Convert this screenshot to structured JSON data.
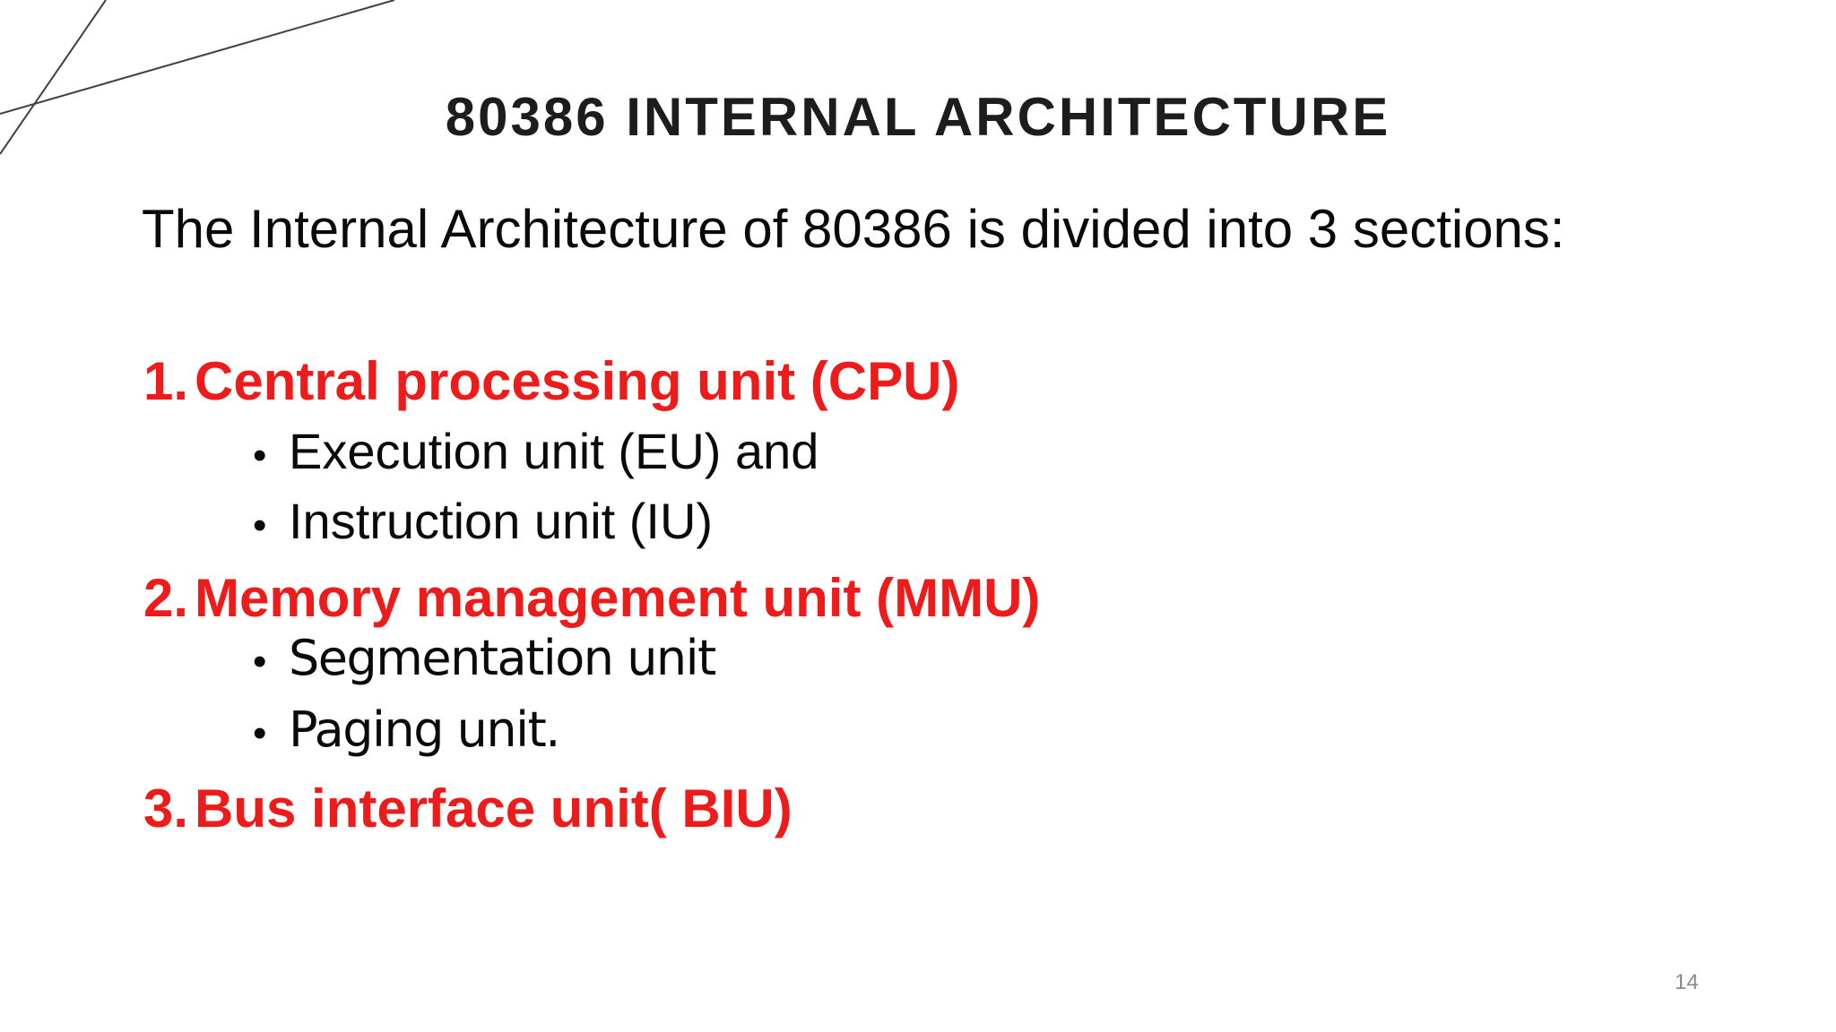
{
  "slide": {
    "title": "80386 INTERNAL ARCHITECTURE",
    "intro": "The Internal Architecture of 80386 is divided into 3 sections:",
    "bullet_glyph": "•",
    "sections": [
      {
        "number": "1.",
        "label": "Central processing unit (CPU)",
        "bullets": [
          "Execution unit (EU) and",
          "Instruction unit (IU)"
        ]
      },
      {
        "number": "2.",
        "label": "Memory management unit (MMU)",
        "bullets": [
          "Segmentation unit",
          "Paging unit."
        ]
      },
      {
        "number": "3.",
        "label": "Bus interface unit( BIU)",
        "bullets": []
      }
    ],
    "page_number": "14"
  },
  "colors": {
    "accent_red": "#ee1b1b",
    "title_black": "#1d1d1d",
    "body_black": "#0a0a0a",
    "page_gray": "#8a8a8a",
    "decor_line_gray": "#404040"
  }
}
